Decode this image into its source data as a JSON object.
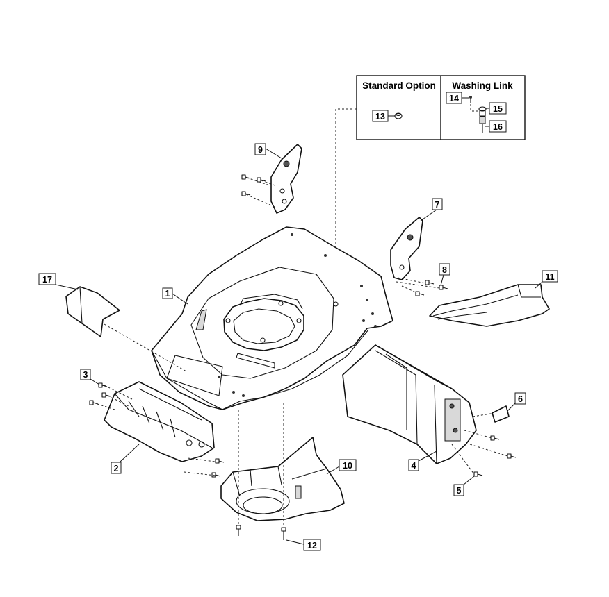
{
  "option_table": {
    "standard_option_header": "Standard Option",
    "washing_link_header": "Washing Link"
  },
  "callouts": {
    "c1": "1",
    "c2": "2",
    "c3": "3",
    "c4": "4",
    "c5": "5",
    "c6": "6",
    "c7": "7",
    "c8": "8",
    "c9": "9",
    "c10": "10",
    "c11": "11",
    "c12": "12",
    "c13": "13",
    "c14": "14",
    "c15": "15",
    "c16": "16",
    "c17": "17"
  }
}
